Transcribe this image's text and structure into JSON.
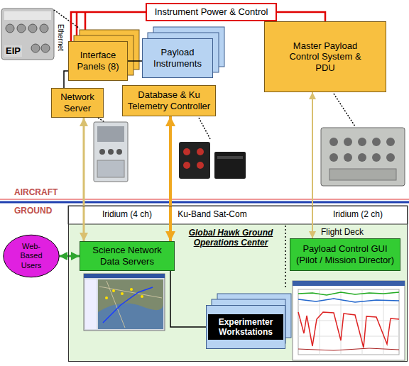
{
  "diagram": {
    "nodes": [
      {
        "text": [
          "Instrument Power & Control"
        ]
      },
      {
        "text": [
          "Interface Panels (8)"
        ]
      },
      {
        "text": [
          "Payload Instruments"
        ]
      },
      {
        "text": [
          "Master Payload Control System & PDU"
        ]
      },
      {
        "text": [
          "Network Server"
        ]
      },
      {
        "text": [
          "Database & Ku Telemetry Controller"
        ]
      },
      {
        "text": [
          "Global Hawk Ground Operations Center"
        ]
      },
      {
        "text": [
          "Web-Based Users"
        ]
      },
      {
        "text": [
          "Science Network Data Servers"
        ],
        "in": 6
      },
      {
        "text": [
          "Payload Control GUI (Pilot / Mission Director)"
        ],
        "in": 6
      },
      {
        "text": [
          "Experimenter Workstations"
        ],
        "in": 6
      }
    ],
    "edges": [
      {
        "from": 0,
        "to": 1,
        "arrow": "none"
      },
      {
        "from": 0,
        "to": 3,
        "arrow": "none"
      },
      {
        "from": 1,
        "to": 2,
        "arrow": "none"
      },
      {
        "from": 4,
        "to": 1,
        "arrow": "none"
      },
      {
        "from": 4,
        "to": 8,
        "arrow": "both"
      },
      {
        "from": 5,
        "to": 8,
        "arrow": "both"
      },
      {
        "from": 3,
        "to": 9,
        "arrow": "both"
      },
      {
        "from": 7,
        "to": 8,
        "arrow": "both"
      },
      {
        "from": 8,
        "to": 10,
        "arrow": "none"
      }
    ],
    "labels": [
      "EIP",
      "Ethernet",
      "AIRCRAFT",
      "GROUND",
      "Iridium (4 ch)",
      "Ku-Band Sat-Com",
      "Iridium (2 ch)",
      "Flight Deck"
    ]
  }
}
